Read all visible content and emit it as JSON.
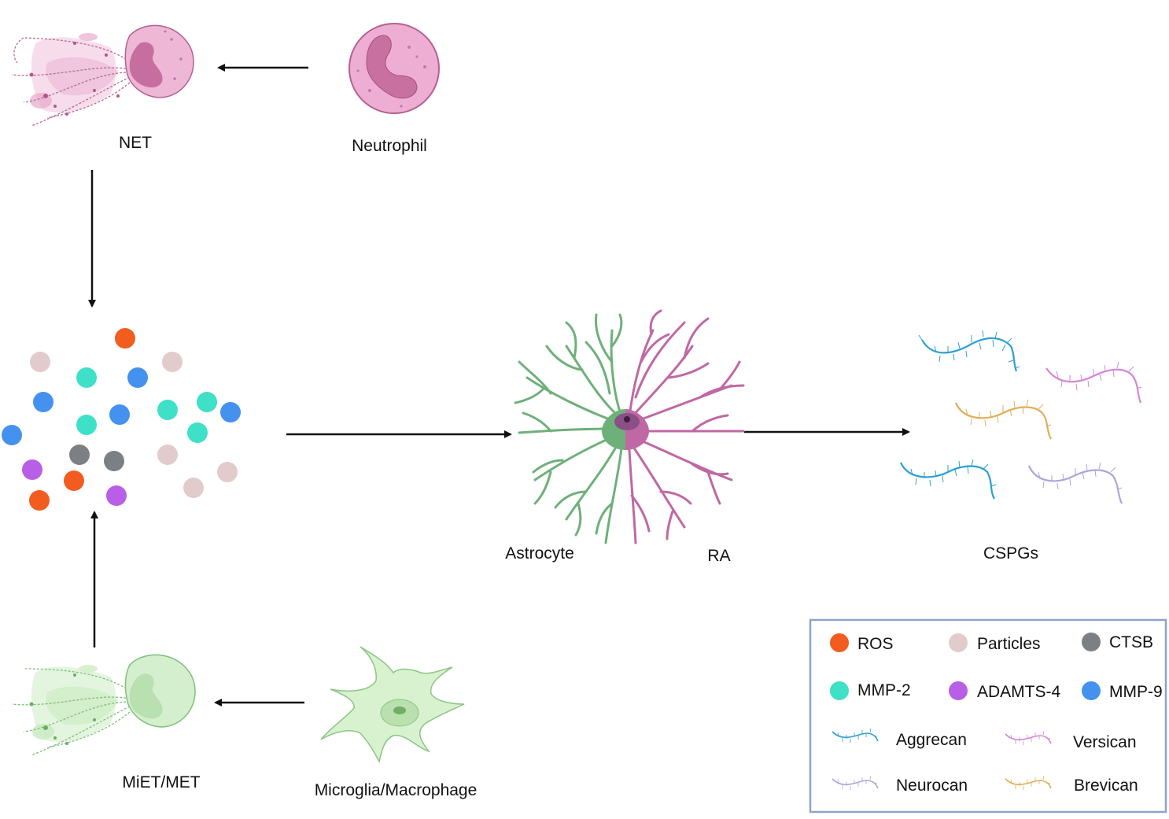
{
  "labels": {
    "net": "NET",
    "neutrophil": "Neutrophil",
    "miet": "MiET/MET",
    "microglia": "Microglia/Macrophage",
    "astrocyte": "Astrocyte",
    "ra": "RA",
    "cspgs": "CSPGs"
  },
  "colors": {
    "ros": "#f25c1f",
    "particles": "#e2cbcb",
    "ctsb": "#7c8084",
    "mmp2": "#3fe0c8",
    "adamts4": "#b95ee6",
    "mmp9": "#4591ef",
    "aggrecan": "#2d9fd2",
    "versican": "#d685d8",
    "neurocan": "#a9a6dc",
    "brevican": "#e2ad58",
    "neutrophil": "#e7a6cc",
    "microglia": "#cfeec8",
    "astro_green": "#6eb07a",
    "astro_pink": "#c068a3",
    "arrow": "#111111",
    "legend_border": "#8fa3c8"
  },
  "legend": {
    "items": [
      {
        "label": "ROS",
        "icon": "dot-icon",
        "color": "#f25c1f"
      },
      {
        "label": "Particles",
        "icon": "dot-icon",
        "color": "#e2cbcb"
      },
      {
        "label": "CTSB",
        "icon": "dot-icon",
        "color": "#7c8084"
      },
      {
        "label": "MMP-2",
        "icon": "dot-icon",
        "color": "#3fe0c8"
      },
      {
        "label": "ADAMTS-4",
        "icon": "dot-icon",
        "color": "#b95ee6"
      },
      {
        "label": "MMP-9",
        "icon": "dot-icon",
        "color": "#4591ef"
      },
      {
        "label": "Aggrecan",
        "icon": "proteoglycan-icon",
        "color": "#2d9fd2"
      },
      {
        "label": "Versican",
        "icon": "proteoglycan-icon",
        "color": "#d685d8"
      },
      {
        "label": "Neurocan",
        "icon": "proteoglycan-icon",
        "color": "#a9a6dc"
      },
      {
        "label": "Brevican",
        "icon": "proteoglycan-icon",
        "color": "#e2ad58"
      }
    ]
  }
}
